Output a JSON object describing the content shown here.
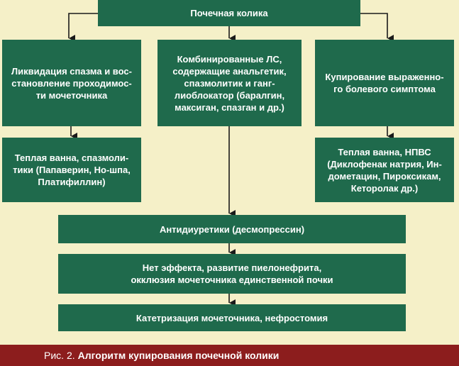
{
  "diagram": {
    "root": "Почечная колика",
    "left_top": "Ликвидация спазма и вос-\nстановление проходимос-\nти мочеточника",
    "center_top": "Комбинированные ЛС,\nсодержащие анальгетик,\nспазмолитик и ганг-\nлиоблокатор (баралгин,\nмаксиган, спазган и др.)",
    "right_top": "Купирование выраженно-\nго болевого симптома",
    "left_bottom": "Теплая ванна, спазмоли-\nтики (Папаверин, Но-шпа,\nПлатифиллин)",
    "right_bottom": "Теплая ванна, НПВС\n(Диклофенак натрия, Ин-\nдометацин, Пироксикам,\nКеторолак др.)",
    "step_1": "Антидиуретики (десмопрессин)",
    "step_2": "Нет эффекта, развитие пиелонефрита,\nокклюзия мочеточника единственной почки",
    "step_3": "Катетризация мочеточника, нефростомия"
  },
  "caption": {
    "prefix": "Рис. 2.",
    "title": "Алгоритм купирования почечной колики"
  },
  "colors": {
    "box": "#1f6a4c",
    "background": "#f5f0c8",
    "caption_bar": "#8c1d1d",
    "arrow": "#1a1a1a"
  }
}
